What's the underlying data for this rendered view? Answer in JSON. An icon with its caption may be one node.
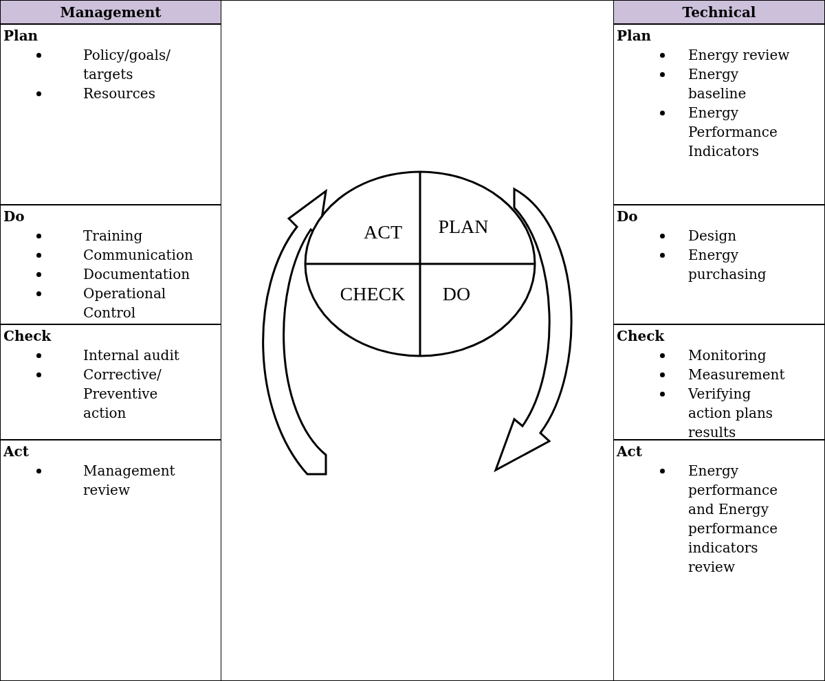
{
  "diagram": {
    "nodes": [
      {
        "text": [
          "Management"
        ]
      },
      {
        "text": [
          "Technical"
        ]
      },
      {
        "text": [
          "Plan",
          "Policy/goals/ targets",
          "Resources"
        ]
      },
      {
        "text": [
          "Do",
          "Training",
          "Communication",
          "Documentation",
          "Operational Control"
        ]
      },
      {
        "text": [
          "Check",
          "Internal audit",
          "Corrective/ Preventive action"
        ]
      },
      {
        "text": [
          "Act",
          "Management review"
        ]
      },
      {
        "text": [
          "Plan",
          "Energy review",
          "Energy baseline",
          "Energy Performance Indicators"
        ]
      },
      {
        "text": [
          "Do",
          "Design",
          "Energy purchasing"
        ]
      },
      {
        "text": [
          "Check",
          "Monitoring",
          "Measurement",
          "Verifying action plans results"
        ]
      },
      {
        "text": [
          "Act",
          "Energy performance and Energy performance indicators review"
        ]
      },
      {
        "text": [],
        "shape": "circle"
      },
      {
        "text": [
          "ACT"
        ],
        "in": 10
      },
      {
        "text": [
          "PLAN"
        ],
        "in": 10
      },
      {
        "text": [
          "CHECK"
        ],
        "in": 10
      },
      {
        "text": [
          "DO"
        ],
        "in": 10
      }
    ]
  }
}
